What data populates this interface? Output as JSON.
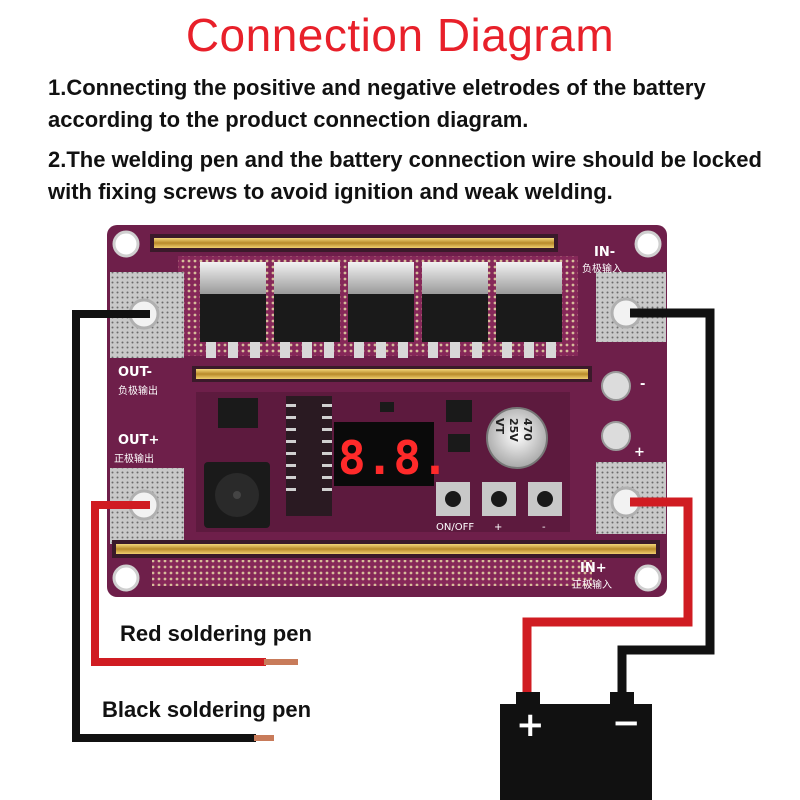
{
  "title": "Connection Diagram",
  "instructions": [
    "1.Connecting the positive and negative eletrodes of the battery according to the product connection diagram.",
    "2.The welding pen and the battery connection wire should be locked with fixing screws to avoid ignition and weak welding."
  ],
  "board_labels": {
    "in_minus": "IN-",
    "in_minus_cn": "负极输入",
    "in_plus": "IN+",
    "in_plus_cn": "正极输入",
    "out_minus": "OUT-",
    "out_minus_cn": "负极输出",
    "out_plus": "OUT+",
    "out_plus_cn": "正极输出",
    "on_off": "ON/OFF",
    "plus_mark": "+",
    "minus_mark": "-",
    "display_value": "8.8.",
    "capacitor_lines": [
      "470",
      "25V",
      "VT"
    ]
  },
  "battery": {
    "plus": "+",
    "minus": "−"
  },
  "pens": {
    "red_label": "Red soldering pen",
    "black_label": "Black soldering pen"
  },
  "colors": {
    "title": "#e8202a",
    "board": "#6e1f4a",
    "wire_red": "#d01c22",
    "wire_black": "#111111",
    "battery": "#111111"
  }
}
